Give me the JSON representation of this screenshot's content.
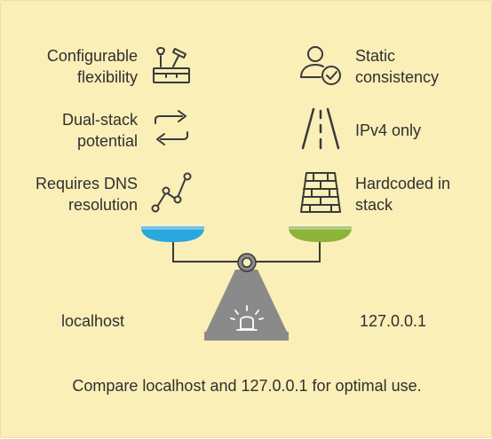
{
  "left_items": [
    {
      "lines": [
        "Configurable",
        "flexibility"
      ],
      "icon": "toolbox-icon"
    },
    {
      "lines": [
        "Dual-stack",
        "potential"
      ],
      "icon": "swap-arrows-icon"
    },
    {
      "lines": [
        "Requires DNS",
        "resolution"
      ],
      "icon": "line-graph-icon"
    }
  ],
  "right_items": [
    {
      "lines": [
        "Static",
        "consistency"
      ],
      "icon": "user-check-icon"
    },
    {
      "lines": [
        "IPv4 only"
      ],
      "icon": "road-icon"
    },
    {
      "lines": [
        "Hardcoded in",
        "stack"
      ],
      "icon": "brick-wall-icon"
    }
  ],
  "scale": {
    "left_label": "localhost",
    "right_label": "127.0.0.1",
    "left_pan_color": "#2aa7dc",
    "right_pan_color": "#8cb33a",
    "frame_color": "#8a8a8a",
    "beam_color": "#3a3a3a"
  },
  "caption": "Compare localhost and 127.0.0.1 for optimal use.",
  "colors": {
    "background": "#fbefb8",
    "text": "#2f2f2f",
    "icon_stroke": "#3a3a3a"
  }
}
